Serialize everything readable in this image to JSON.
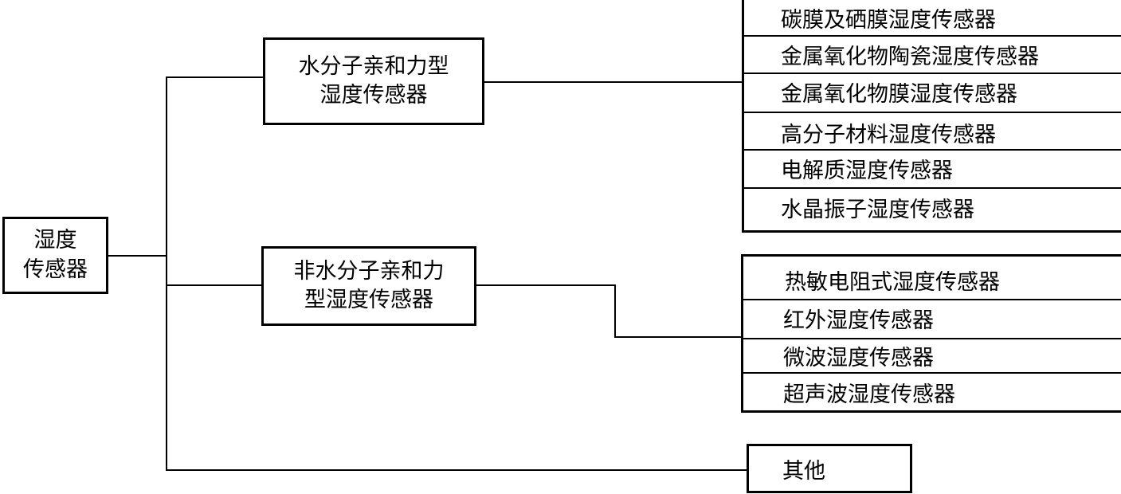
{
  "root": {
    "line1": "湿度",
    "line2": "传感器"
  },
  "categories": [
    {
      "line1": "水分子亲和力型",
      "line2": "湿度传感器",
      "items": [
        "碳膜及硒膜湿度传感器",
        "金属氧化物陶瓷湿度传感器",
        "金属氧化物膜湿度传感器",
        "高分子材料湿度传感器",
        "电解质湿度传感器",
        "水晶振子湿度传感器"
      ]
    },
    {
      "line1": "非水分子亲和力",
      "line2": "型湿度传感器",
      "items": [
        "热敏电阻式湿度传感器",
        "红外湿度传感器",
        "微波湿度传感器",
        "超声波湿度传感器"
      ]
    },
    {
      "label": "其他"
    }
  ]
}
